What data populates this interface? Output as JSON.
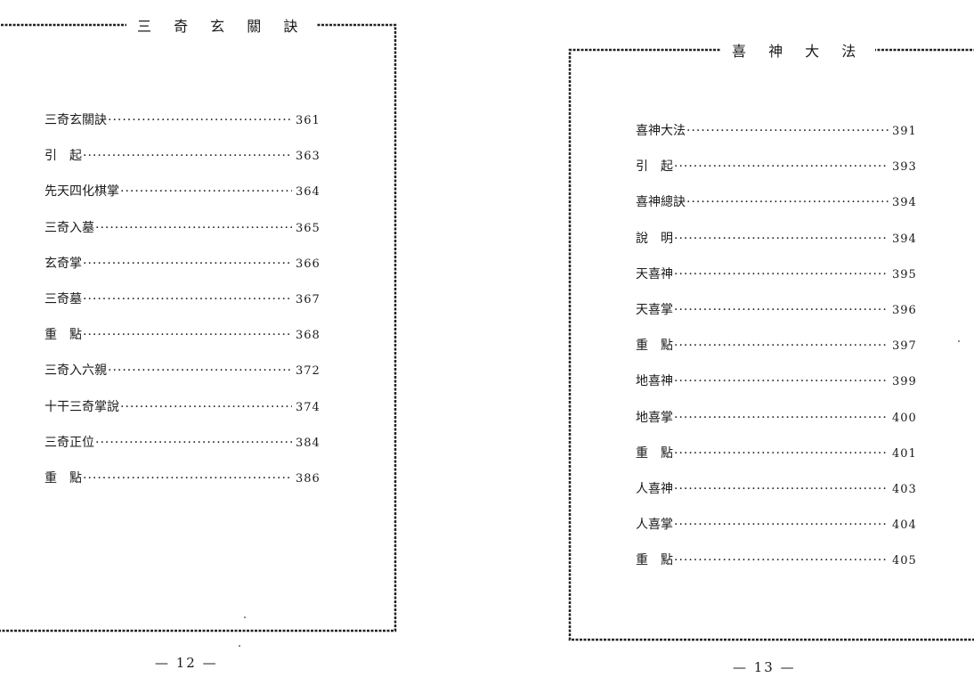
{
  "left_page": {
    "heading": "三 奇 玄 關 訣",
    "entries": [
      {
        "label": "三奇玄關訣",
        "page": "361"
      },
      {
        "label": "引　起",
        "page": "363"
      },
      {
        "label": "先天四化棋掌",
        "page": "364"
      },
      {
        "label": "三奇入墓",
        "page": "365"
      },
      {
        "label": "玄奇掌",
        "page": "366"
      },
      {
        "label": "三奇墓",
        "page": "367"
      },
      {
        "label": "重　點",
        "page": "368"
      },
      {
        "label": "三奇入六親",
        "page": "372"
      },
      {
        "label": "十干三奇掌說",
        "page": "374"
      },
      {
        "label": "三奇正位",
        "page": "384"
      },
      {
        "label": "重　點",
        "page": "386"
      }
    ],
    "page_number": "— 12 —"
  },
  "right_page": {
    "heading": "喜 神 大 法",
    "entries": [
      {
        "label": "喜神大法",
        "page": "391"
      },
      {
        "label": "引　起",
        "page": "393"
      },
      {
        "label": "喜神總訣",
        "page": "394"
      },
      {
        "label": "說　明",
        "page": "394"
      },
      {
        "label": "天喜神",
        "page": "395"
      },
      {
        "label": "天喜掌",
        "page": "396"
      },
      {
        "label": "重　點",
        "page": "397"
      },
      {
        "label": "地喜神",
        "page": "399"
      },
      {
        "label": "地喜掌",
        "page": "400"
      },
      {
        "label": "重　點",
        "page": "401"
      },
      {
        "label": "人喜神",
        "page": "403"
      },
      {
        "label": "人喜掌",
        "page": "404"
      },
      {
        "label": "重　點",
        "page": "405"
      }
    ],
    "page_number": "— 13 —"
  }
}
